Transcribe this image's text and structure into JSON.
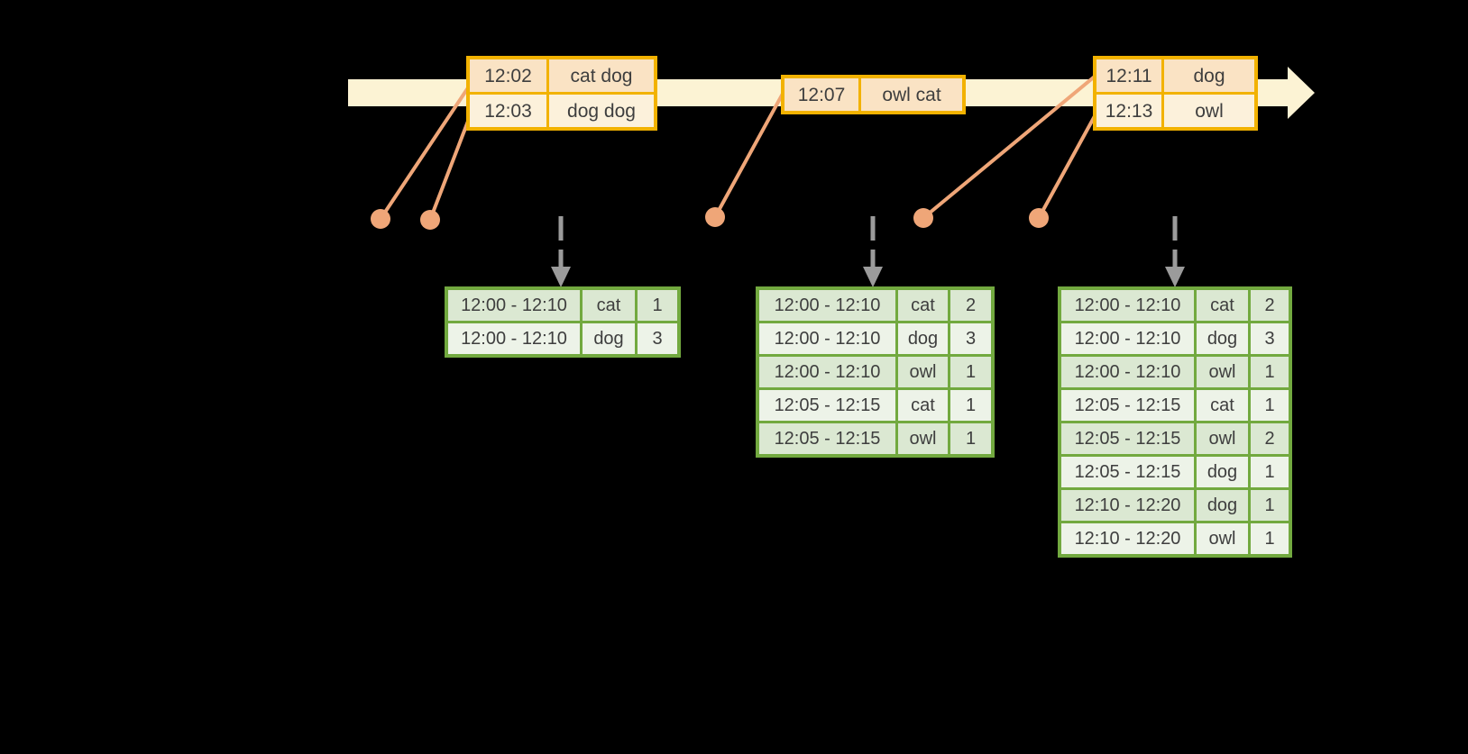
{
  "colors": {
    "background": "#000000",
    "timeline_bar": "#FCF3D4",
    "event_table_border": "#F2B200",
    "event_row_peach": "#FAE3C4",
    "event_row_cream": "#FCF1DB",
    "connector_salmon": "#EFA678",
    "result_table_border": "#72A93F",
    "result_row_dark": "#DBE8D2",
    "result_row_light": "#EDF3E8",
    "text": "#3E3E3E",
    "trigger_arrow_gray": "#9B9B9B"
  },
  "event_tables": [
    {
      "rows": [
        {
          "time": "12:02",
          "words": "cat dog"
        },
        {
          "time": "12:03",
          "words": "dog dog"
        }
      ]
    },
    {
      "rows": [
        {
          "time": "12:07",
          "words": "owl cat"
        }
      ]
    },
    {
      "rows": [
        {
          "time": "12:11",
          "words": "dog"
        },
        {
          "time": "12:13",
          "words": "owl"
        }
      ]
    }
  ],
  "result_tables": [
    {
      "rows": [
        {
          "window": "12:00 - 12:10",
          "word": "cat",
          "count": "1"
        },
        {
          "window": "12:00 - 12:10",
          "word": "dog",
          "count": "3"
        }
      ]
    },
    {
      "rows": [
        {
          "window": "12:00 - 12:10",
          "word": "cat",
          "count": "2"
        },
        {
          "window": "12:00 - 12:10",
          "word": "dog",
          "count": "3"
        },
        {
          "window": "12:00 - 12:10",
          "word": "owl",
          "count": "1"
        },
        {
          "window": "12:05 - 12:15",
          "word": "cat",
          "count": "1"
        },
        {
          "window": "12:05 - 12:15",
          "word": "owl",
          "count": "1"
        }
      ]
    },
    {
      "rows": [
        {
          "window": "12:00 - 12:10",
          "word": "cat",
          "count": "2"
        },
        {
          "window": "12:00 - 12:10",
          "word": "dog",
          "count": "3"
        },
        {
          "window": "12:00 - 12:10",
          "word": "owl",
          "count": "1"
        },
        {
          "window": "12:05 - 12:15",
          "word": "cat",
          "count": "1"
        },
        {
          "window": "12:05 - 12:15",
          "word": "owl",
          "count": "2"
        },
        {
          "window": "12:05 - 12:15",
          "word": "dog",
          "count": "1"
        },
        {
          "window": "12:10 - 12:20",
          "word": "dog",
          "count": "1"
        },
        {
          "window": "12:10 - 12:20",
          "word": "owl",
          "count": "1"
        }
      ]
    }
  ]
}
